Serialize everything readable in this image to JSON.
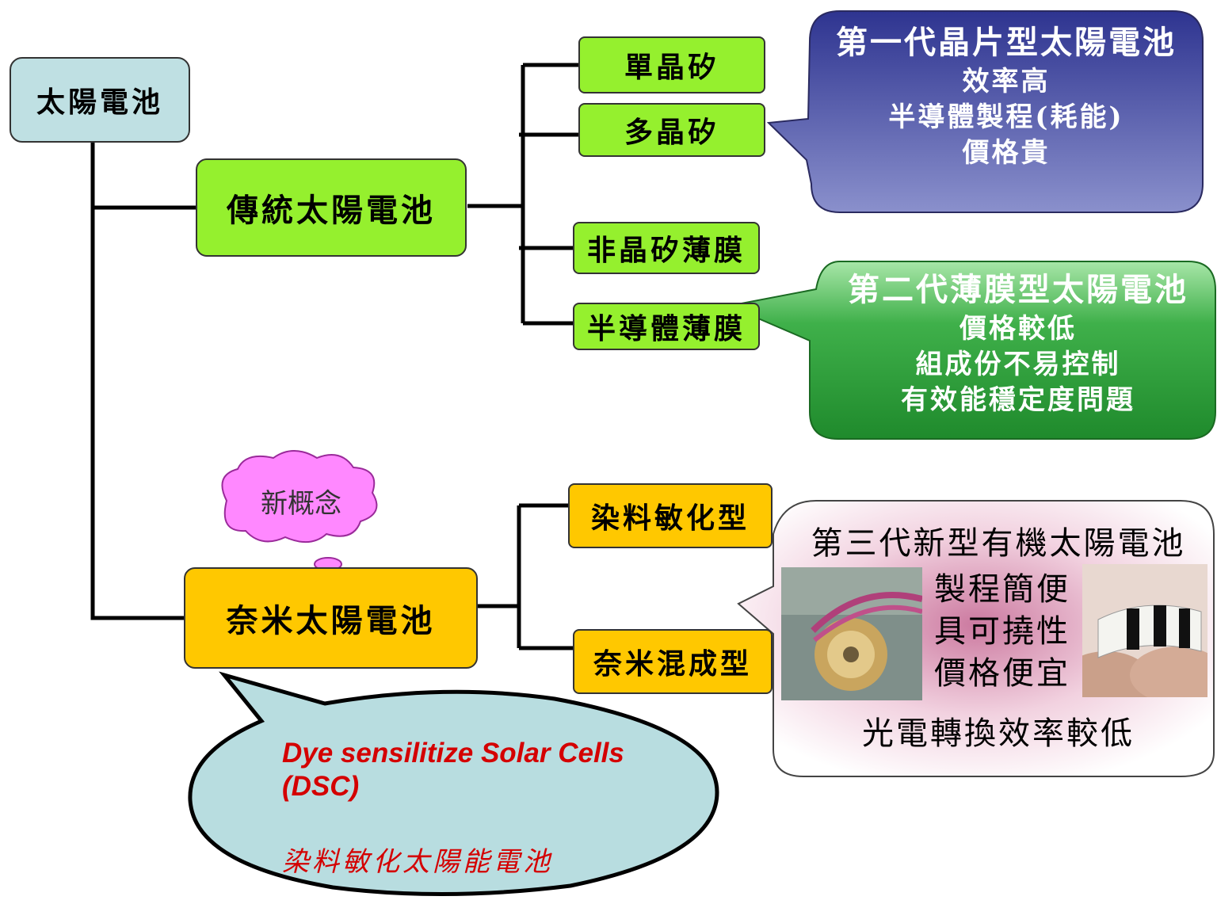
{
  "root": {
    "label": "太陽電池"
  },
  "branches": {
    "traditional": {
      "label": "傳統太陽電池",
      "children": [
        "單晶矽",
        "多晶矽",
        "非晶矽薄膜",
        "半導體薄膜"
      ]
    },
    "nano": {
      "label": "奈米太陽電池",
      "children": [
        "染料敏化型",
        "奈米混成型"
      ]
    }
  },
  "callouts": {
    "gen1": {
      "title": "第一代晶片型太陽電池",
      "lines": [
        "效率高",
        "半導體製程(耗能)",
        "價格貴"
      ]
    },
    "gen2": {
      "title": "第二代薄膜型太陽電池",
      "lines": [
        "價格較低",
        "組成份不易控制",
        "有效能穩定度問題"
      ]
    },
    "gen3": {
      "title": "第三代新型有機太陽電池",
      "lines": [
        "製程簡便",
        "具可撓性",
        "價格便宜"
      ],
      "footer": "光電轉換效率較低"
    },
    "dsc": {
      "english": "Dye sensilitize Solar Cells (DSC)",
      "chinese": "染料敏化太陽能電池"
    },
    "thought": {
      "label": "新概念"
    }
  },
  "colors": {
    "root": "#bfe0e3",
    "green_node": "#95f02e",
    "yellow_node": "#ffc800",
    "gen1_bubble": "#464c9a",
    "gen2_bubble": "#2e9a3c",
    "dsc_bubble": "#b8dde0",
    "thought_cloud": "#ff88ff",
    "dsc_text": "#d40000"
  }
}
